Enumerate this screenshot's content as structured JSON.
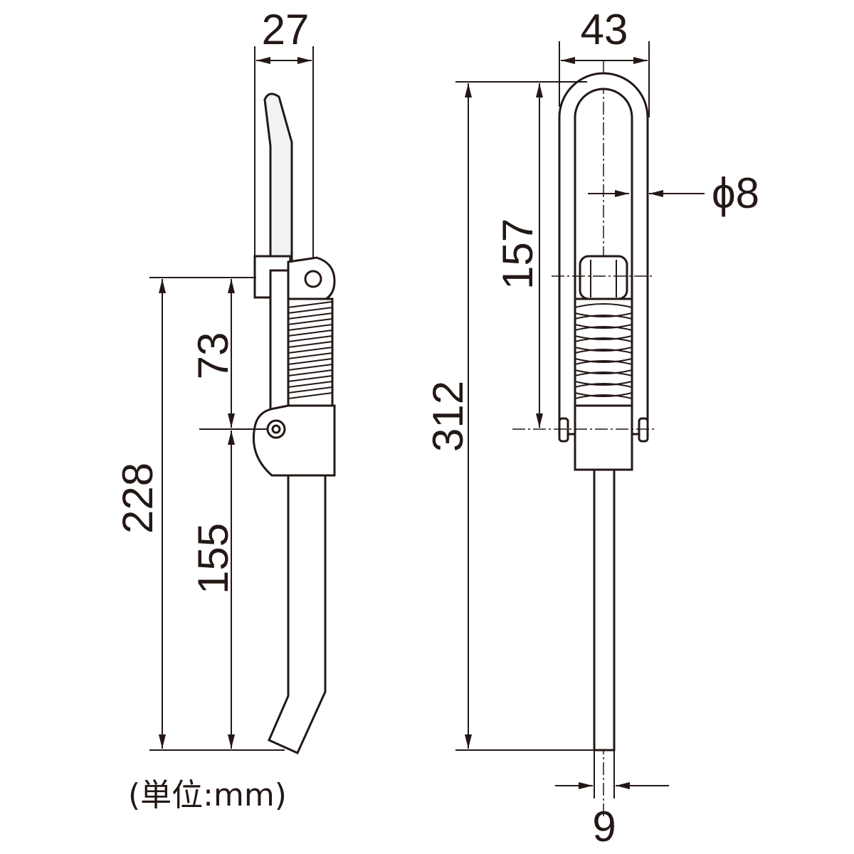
{
  "dimensions": {
    "side_width": "27",
    "front_width": "43",
    "rod_diameter": "ϕ8",
    "upper_height": "157",
    "spring_span": "73",
    "side_total": "228",
    "lower_height": "155",
    "front_total": "312",
    "bottom_rod": "9"
  },
  "unit_label": "(単位:mm)",
  "colors": {
    "line": "#231815",
    "fill": "#f2f2f2"
  }
}
